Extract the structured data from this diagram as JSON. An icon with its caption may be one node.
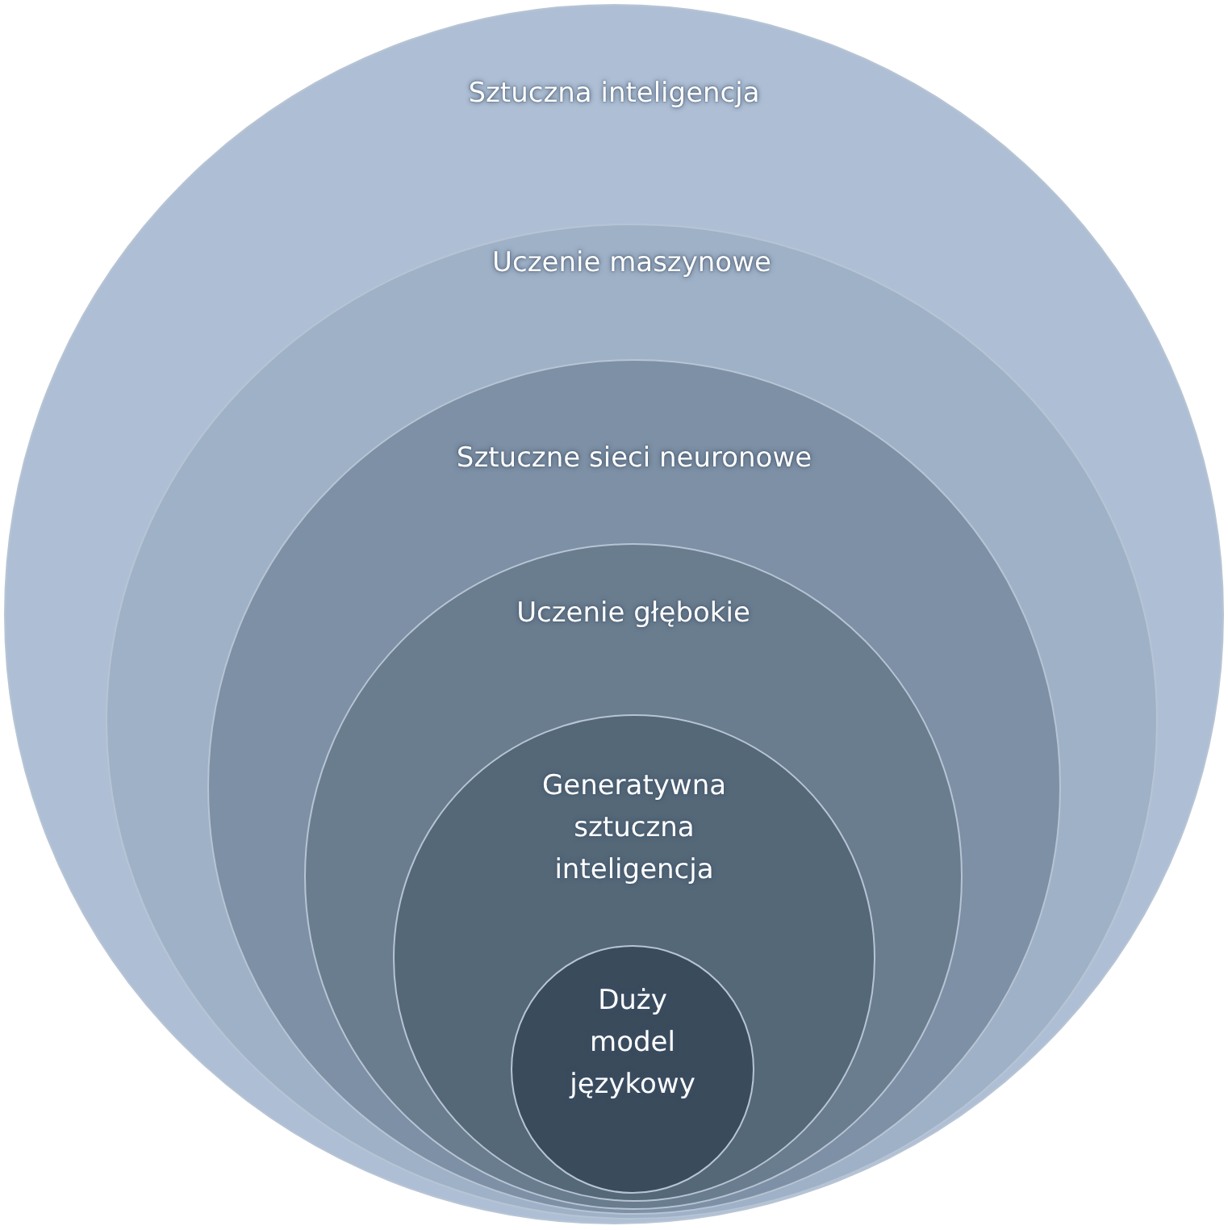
{
  "diagram": {
    "nodes": [
      {
        "text": [
          "Sztuczna inteligencja"
        ]
      },
      {
        "text": [
          "Uczenie maszynowe"
        ],
        "in": 0
      },
      {
        "text": [
          "Sztuczne sieci neuronowe"
        ],
        "in": 1
      },
      {
        "text": [
          "Uczenie głębokie"
        ],
        "in": 2
      },
      {
        "text": [
          "Generatywna sztuczna inteligencja"
        ],
        "in": 3
      },
      {
        "text": [
          "Duży model językowy"
        ],
        "in": 4
      }
    ]
  }
}
